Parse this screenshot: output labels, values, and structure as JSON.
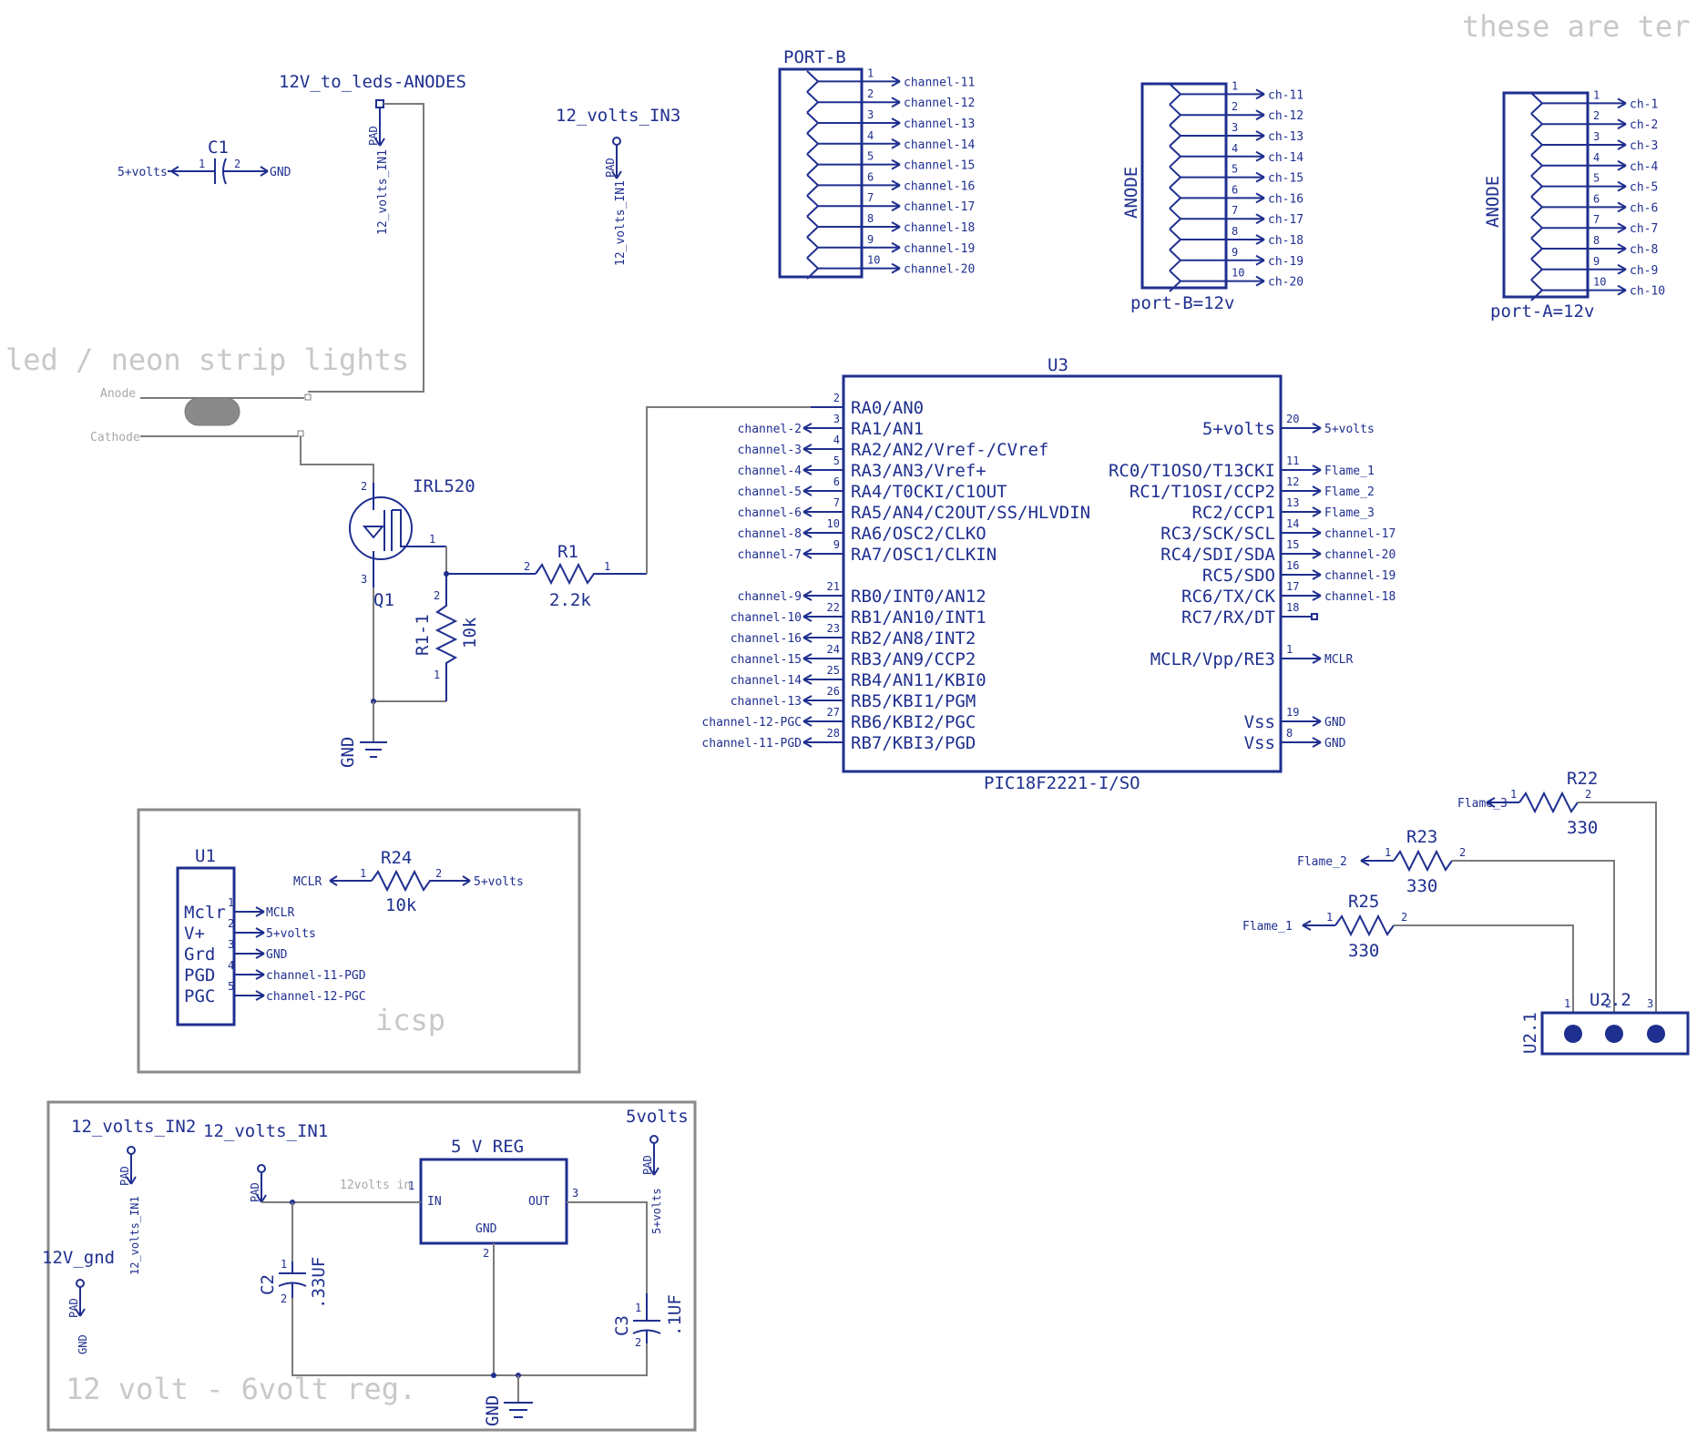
{
  "colors": {
    "ink": "#1f2f8f",
    "wire": "#7a7a7a",
    "note": "#c8c8c8"
  },
  "notes": {
    "top_right": "these are ter",
    "led_strip": "led / neon strip lights",
    "icsp": "icsp",
    "reg": "12 volt - 6volt reg."
  },
  "nets": {
    "anodes": "12V_to_leds-ANODES",
    "in3": "12_volts_IN3",
    "in1_vert": "12_volts_IN1",
    "pad": "PAD",
    "anode_pin": "Anode",
    "cathode_pin": "Cathode",
    "gnd": "GND",
    "fivev": "5+volts"
  },
  "c1": {
    "name": "C1",
    "left": "5+volts",
    "right": "GND",
    "p1": "1",
    "p2": "2"
  },
  "q1": {
    "part": "IRL520",
    "name": "Q1",
    "p1": "1",
    "p2": "2",
    "p3": "3"
  },
  "r1": {
    "name": "R1",
    "value": "2.2k",
    "p1": "1",
    "p2": "2"
  },
  "r11": {
    "name": "R1-1",
    "value": "10k",
    "p1": "1",
    "p2": "2"
  },
  "portb": {
    "title": "PORT-B",
    "pins": [
      "1",
      "2",
      "3",
      "4",
      "5",
      "6",
      "7",
      "8",
      "9",
      "10"
    ],
    "nets": [
      "channel-11",
      "channel-12",
      "channel-13",
      "channel-14",
      "channel-15",
      "channel-16",
      "channel-17",
      "channel-18",
      "channel-19",
      "channel-20"
    ]
  },
  "conn2": {
    "side": "ANODE",
    "bottom": "port-B=12v",
    "pins": [
      "1",
      "2",
      "3",
      "4",
      "5",
      "6",
      "7",
      "8",
      "9",
      "10"
    ],
    "nets": [
      "ch-11",
      "ch-12",
      "ch-13",
      "ch-14",
      "ch-15",
      "ch-16",
      "ch-17",
      "ch-18",
      "ch-19",
      "ch-20"
    ]
  },
  "conn3": {
    "side": "ANODE",
    "bottom": "port-A=12v",
    "pins": [
      "1",
      "2",
      "3",
      "4",
      "5",
      "6",
      "7",
      "8",
      "9",
      "10"
    ],
    "nets": [
      "ch-1",
      "ch-2",
      "ch-3",
      "ch-4",
      "ch-5",
      "ch-6",
      "ch-7",
      "ch-8",
      "ch-9",
      "ch-10"
    ]
  },
  "u3": {
    "name": "U3",
    "part": "PIC18F2221-I/SO",
    "left": [
      {
        "pin": "2",
        "func": "RA0/AN0",
        "net": ""
      },
      {
        "pin": "3",
        "func": "RA1/AN1",
        "net": "channel-2"
      },
      {
        "pin": "4",
        "func": "RA2/AN2/Vref-/CVref",
        "net": "channel-3"
      },
      {
        "pin": "5",
        "func": "RA3/AN3/Vref+",
        "net": "channel-4"
      },
      {
        "pin": "6",
        "func": "RA4/T0CKI/C1OUT",
        "net": "channel-5"
      },
      {
        "pin": "7",
        "func": "RA5/AN4/C2OUT/SS/HLVDIN",
        "net": "channel-6"
      },
      {
        "pin": "10",
        "func": "RA6/OSC2/CLKO",
        "net": "channel-8"
      },
      {
        "pin": "9",
        "func": "RA7/OSC1/CLKIN",
        "net": "channel-7"
      },
      {
        "pin": "21",
        "func": "RB0/INT0/AN12",
        "net": "channel-9"
      },
      {
        "pin": "22",
        "func": "RB1/AN10/INT1",
        "net": "channel-10"
      },
      {
        "pin": "23",
        "func": "RB2/AN8/INT2",
        "net": "channel-16"
      },
      {
        "pin": "24",
        "func": "RB3/AN9/CCP2",
        "net": "channel-15"
      },
      {
        "pin": "25",
        "func": "RB4/AN11/KBI0",
        "net": "channel-14"
      },
      {
        "pin": "26",
        "func": "RB5/KBI1/PGM",
        "net": "channel-13"
      },
      {
        "pin": "27",
        "func": "RB6/KBI2/PGC",
        "net": "channel-12-PGC"
      },
      {
        "pin": "28",
        "func": "RB7/KBI3/PGD",
        "net": "channel-11-PGD"
      }
    ],
    "right": [
      {
        "pin": "20",
        "func": "5+volts",
        "net": "5+volts"
      },
      {
        "pin": "11",
        "func": "RC0/T1OSO/T13CKI",
        "net": "Flame_1"
      },
      {
        "pin": "12",
        "func": "RC1/T1OSI/CCP2",
        "net": "Flame_2"
      },
      {
        "pin": "13",
        "func": "RC2/CCP1",
        "net": "Flame_3"
      },
      {
        "pin": "14",
        "func": "RC3/SCK/SCL",
        "net": "channel-17"
      },
      {
        "pin": "15",
        "func": "RC4/SDI/SDA",
        "net": "channel-20"
      },
      {
        "pin": "16",
        "func": "RC5/SDO",
        "net": "channel-19"
      },
      {
        "pin": "17",
        "func": "RC6/TX/CK",
        "net": "channel-18"
      },
      {
        "pin": "18",
        "func": "RC7/RX/DT",
        "net": ""
      },
      {
        "pin": "1",
        "func": "MCLR/Vpp/RE3",
        "net": "MCLR"
      },
      {
        "pin": "19",
        "func": "Vss",
        "net": "GND"
      },
      {
        "pin": "8",
        "func": "Vss",
        "net": "GND"
      }
    ]
  },
  "u1": {
    "name": "U1",
    "pins": [
      {
        "pin": "1",
        "func": "Mclr",
        "net": "MCLR"
      },
      {
        "pin": "2",
        "func": "V+",
        "net": "5+volts"
      },
      {
        "pin": "3",
        "func": "Grd",
        "net": "GND"
      },
      {
        "pin": "4",
        "func": "PGD",
        "net": "channel-11-PGD"
      },
      {
        "pin": "5",
        "func": "PGC",
        "net": "channel-12-PGC"
      }
    ]
  },
  "r24": {
    "name": "R24",
    "value": "10k",
    "left": "MCLR",
    "right": "5+volts",
    "p1": "1",
    "p2": "2"
  },
  "flames": [
    {
      "name": "R22",
      "value": "330",
      "net": "Flame_3",
      "p1": "1",
      "p2": "2"
    },
    {
      "name": "R23",
      "value": "330",
      "net": "Flame_2",
      "p1": "1",
      "p2": "2"
    },
    {
      "name": "R25",
      "value": "330",
      "net": "Flame_1",
      "p1": "1",
      "p2": "2"
    }
  ],
  "u2": {
    "name": "U2.2",
    "side": "U2.1",
    "p1": "1",
    "p2": "2",
    "p3": "3"
  },
  "reg": {
    "title": "5 V REG",
    "in": "IN",
    "out": "OUT",
    "gnd": "GND",
    "wire_in": "12volts in",
    "in2": "12_volts_IN2",
    "in1": "12_volts_IN1",
    "out5": "5volts",
    "gnd12": "12V_gnd",
    "c2": "C2",
    "c2v": ".33UF",
    "c3": "C3",
    "c3v": ".1UF",
    "p1": "1",
    "p2": "2",
    "p3": "3",
    "pin_in1": "12_volts_IN1",
    "pin_5v": "5+volts",
    "pin_gnd": "GND"
  }
}
